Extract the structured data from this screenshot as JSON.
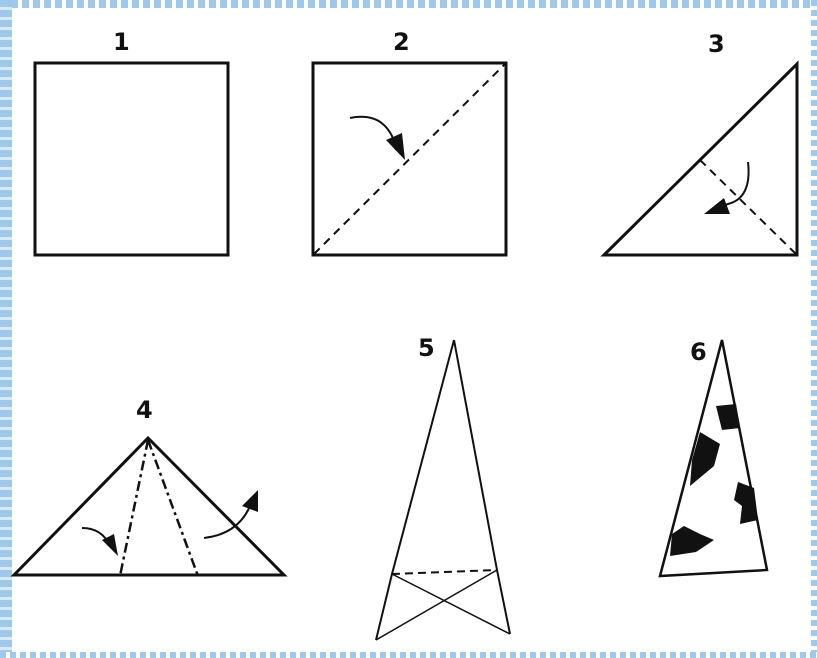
{
  "figure": {
    "steps": [
      {
        "label": "1"
      },
      {
        "label": "2"
      },
      {
        "label": "3"
      },
      {
        "label": "4"
      },
      {
        "label": "5"
      },
      {
        "label": "6"
      }
    ]
  },
  "colors": {
    "ink": "#111111",
    "border": "#9ec9ea"
  }
}
